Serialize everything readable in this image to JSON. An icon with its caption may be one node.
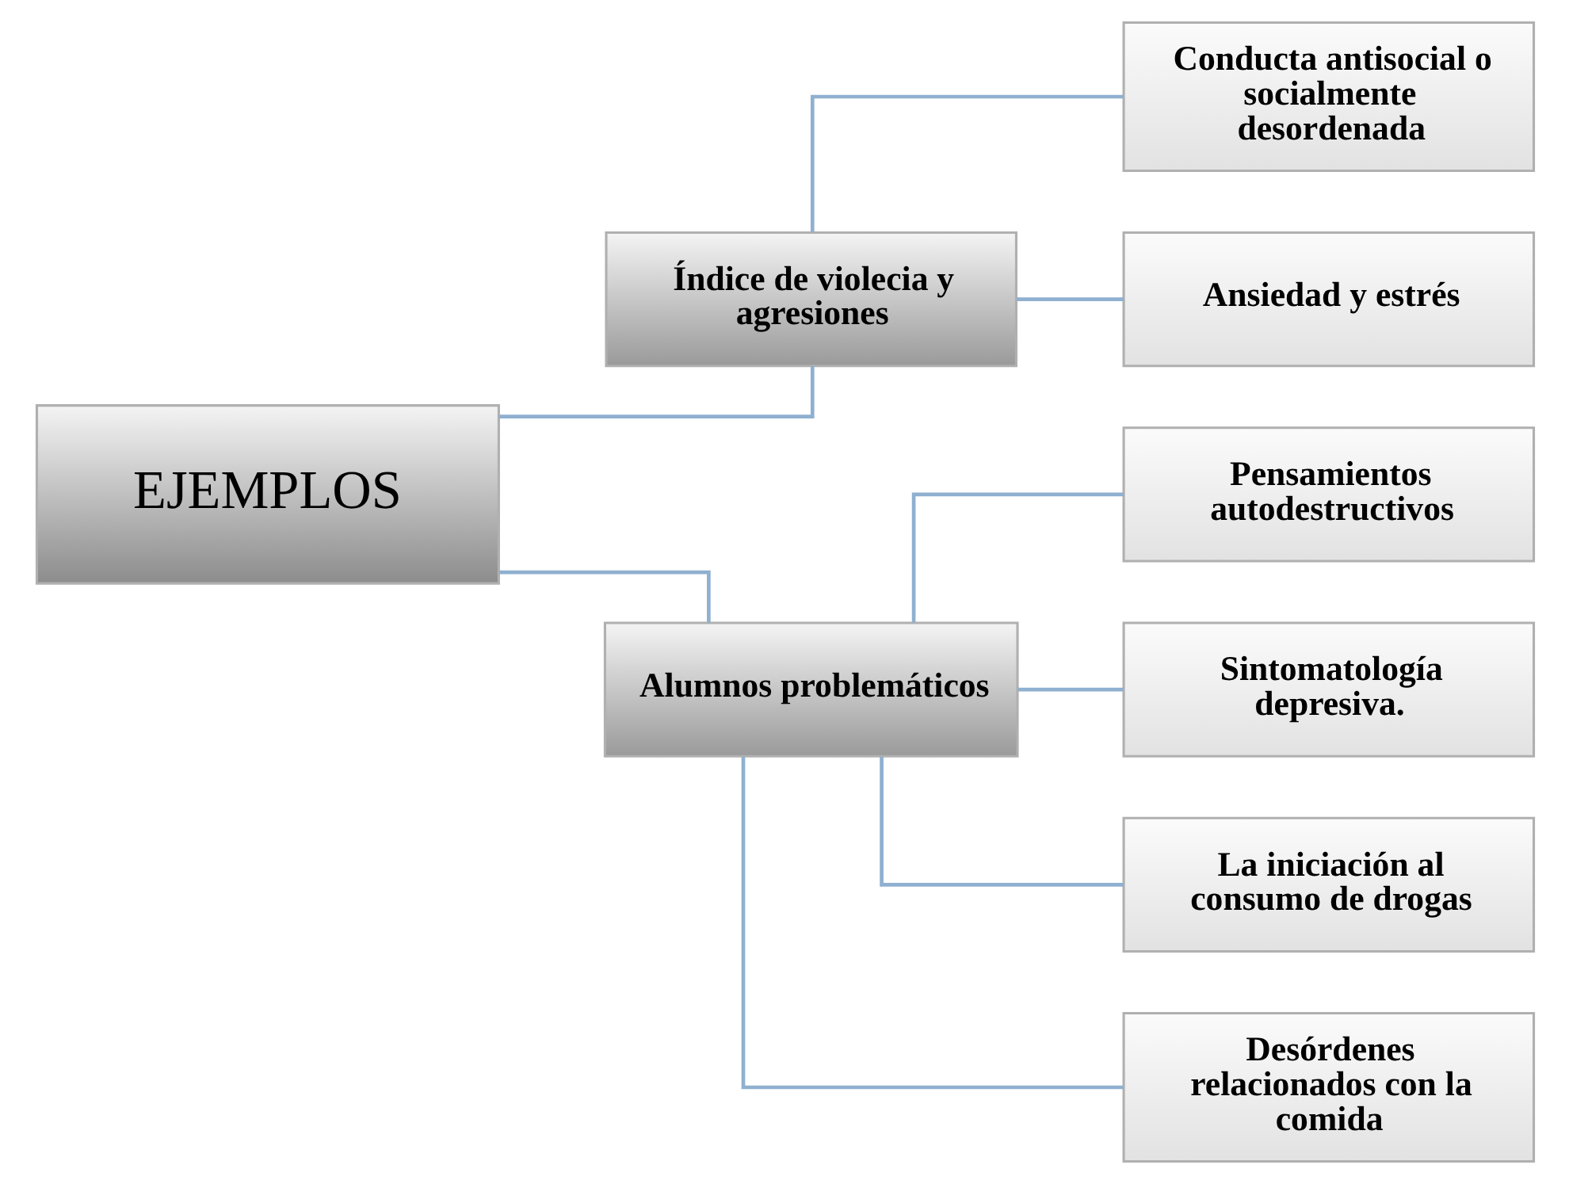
{
  "diagram": {
    "nodes": [
      {
        "text": [
          "EJEMPLOS"
        ]
      },
      {
        "text": [
          "Índice de violecia y agresiones"
        ]
      },
      {
        "text": [
          "Alumnos problemáticos"
        ]
      },
      {
        "text": [
          "Conducta antisocial o socialmente desordenada"
        ]
      },
      {
        "text": [
          "Ansiedad y estrés"
        ]
      },
      {
        "text": [
          "Pensamientos autodestructivos"
        ]
      },
      {
        "text": [
          "Sintomatología depresiva."
        ]
      },
      {
        "text": [
          "La iniciación al consumo de drogas"
        ]
      },
      {
        "text": [
          "Desórdenes relacionados con la comida"
        ]
      }
    ],
    "edges": [
      {
        "from": 0,
        "to": 1,
        "arrow": "none"
      },
      {
        "from": 0,
        "to": 2,
        "arrow": "none"
      },
      {
        "from": 1,
        "to": 3,
        "arrow": "none"
      },
      {
        "from": 1,
        "to": 4,
        "arrow": "none"
      },
      {
        "from": 2,
        "to": 5,
        "arrow": "none"
      },
      {
        "from": 2,
        "to": 6,
        "arrow": "none"
      },
      {
        "from": 2,
        "to": 7,
        "arrow": "none"
      },
      {
        "from": 2,
        "to": 8,
        "arrow": "none"
      }
    ]
  }
}
